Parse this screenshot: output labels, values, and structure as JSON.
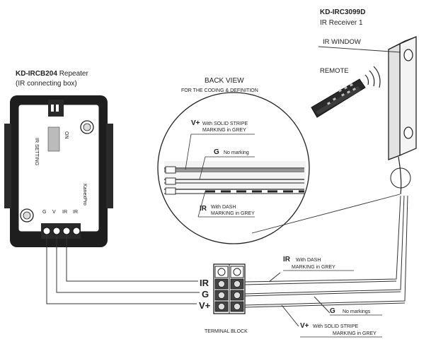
{
  "receiver": {
    "model": "KD-IRC3099D",
    "name": "IR Receiver 1",
    "ir_window_label": "IR WINDOW",
    "remote_label": "REMOTE"
  },
  "repeater": {
    "model": "KD-IRCB204",
    "name_suffix": "Repeater",
    "subtitle": "(IR connecting box)"
  },
  "back_view": {
    "title": "BACK VIEW",
    "subtitle": "FOR THE CODING & DEFINITION",
    "wires": [
      {
        "code": "V+",
        "text_line1": "With SOLID STRIPE",
        "text_line2": "MARKING in GREY"
      },
      {
        "code": "G",
        "text_line1": "No marking",
        "text_line2": ""
      },
      {
        "code": "IR",
        "text_line1": "With DASH",
        "text_line2": "MARKING in GREY"
      }
    ]
  },
  "terminal_block": {
    "label": "TERMINAL BLOCK",
    "rows": [
      "IR",
      "G",
      "V+"
    ]
  },
  "callouts": {
    "ir": {
      "code": "IR",
      "line1": "With DASH",
      "line2": "MARKING in GREY"
    },
    "g": {
      "code": "G",
      "line1": "No markings"
    },
    "vplus": {
      "code": "V+",
      "line1": "With SOLID STRIPE",
      "line2": "MARKING in GREY"
    }
  },
  "colors": {
    "line": "#333333",
    "device": "#2b2b2b",
    "grey": "#777777"
  }
}
